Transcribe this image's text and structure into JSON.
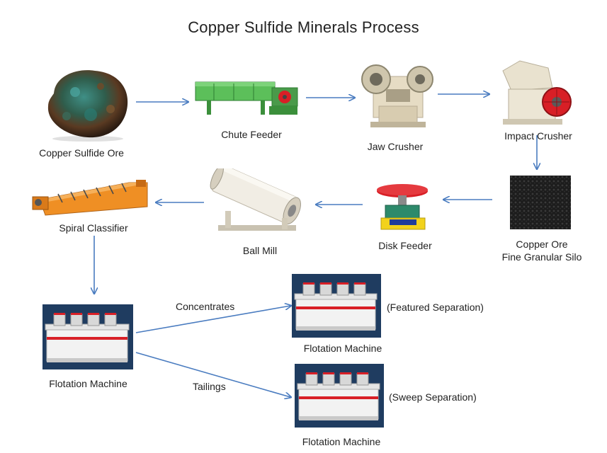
{
  "title": "Copper Sulfide Minerals Process",
  "nodes": {
    "ore": "Copper Sulfide Ore",
    "chute_feeder": "Chute Feeder",
    "jaw_crusher": "Jaw Crusher",
    "impact_crusher": "Impact Crusher",
    "silo_line1": "Copper Ore",
    "silo_line2": "Fine Granular Silo",
    "disk_feeder": "Disk Feeder",
    "ball_mill": "Ball Mill",
    "spiral_classifier": "Spiral Classifier",
    "flotation_main": "Flotation Machine",
    "flotation_featured": "Flotation Machine",
    "flotation_sweep": "Flotation Machine"
  },
  "edges": {
    "concentrates": "Concentrates",
    "tailings": "Tailings"
  },
  "notes": {
    "featured": "(Featured Separation)",
    "sweep": "(Sweep Separation)"
  },
  "colors": {
    "arrow": "#4a7cc0",
    "equipment_red": "#d81f26",
    "chute_green": "#4fae4f",
    "classifier_orange": "#e78a22",
    "photo_background": "#1f3c60"
  }
}
